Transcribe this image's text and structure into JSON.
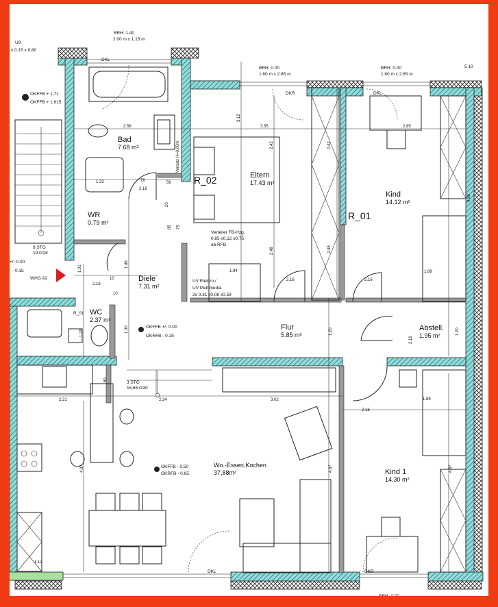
{
  "colors": {
    "frame": "#f03c14",
    "wall": "#8fdcdc",
    "insulation": "#ffffff",
    "entrance_marker": "#d42020"
  },
  "rooms": [
    {
      "name": "Bad",
      "area": "7.68 m²"
    },
    {
      "name": "WR",
      "area": "0.79 m²"
    },
    {
      "name": "Eltern",
      "area": "17.43 m²"
    },
    {
      "name": "Kind",
      "area": "14.12 m²"
    },
    {
      "name": "Diele",
      "area": "7.31 m²"
    },
    {
      "name": "WC",
      "area": "2.37 m²"
    },
    {
      "name": "Flur",
      "area": "5.85 m²"
    },
    {
      "name": "Abstell.",
      "area": "1.95 m²"
    },
    {
      "name": "Wo.-Essen,Kochen",
      "area": "37,88m²"
    },
    {
      "name": "Kind 1",
      "area": "14.30 m²"
    }
  ],
  "labels": {
    "bath_window_brh": "BRH: 1.40",
    "bath_window_size": "2.00 m x 1.15 m",
    "u9": "U9",
    "u9_size": "x 0.15 x 0.80",
    "okffb_top1": "OKFFB + 1,71",
    "okffb_top2": "OKFFB + 1,615",
    "brh_eltern": "BRH: 0.00",
    "size_eltern": "1.60 m x 2.65 m",
    "brh_kind": "BRH: 0.00",
    "size_kind": "1.60 m x 2.65 m",
    "scale": "5  10",
    "dkr_top": "DKR",
    "dkl_top": "DKL",
    "dkl_bath": "DKL",
    "r02": "R_02",
    "r01": "R_01",
    "r01_small": "R_01",
    "verteiler1": "Verteiler FB-Hzg.",
    "verteiler2": "0,85 x0,12 x0,75",
    "verteiler3": "ab RFB",
    "uv1": "UV Elektro /",
    "uv2": "UV Multimedia",
    "uv3": "2x 0.31 x0.08 x0.59",
    "stair1": "9 STG",
    "stair2": "19.0/28",
    "level1": "+/- 0.00",
    "level2": "- 0.15",
    "whg": "WHG A2",
    "okffb_diele1": "OKFFB +/- 0.00",
    "okffb_diele2": "OKRFB - 0.15",
    "stg3_1": "3 STG",
    "stg3_2": "16,66.0/30",
    "okffb_wo1": "OKFFB - 0.50",
    "okffb_wo2": "OKRFB - 0.65",
    "dkl_bottom": "DKL",
    "dkr_bottom": "DKR",
    "brh_bottom": "BRH: 0.00",
    "hochwand": "Vorsatz H=0,00m"
  },
  "dimensions": [
    "2.56",
    "3.55",
    "2.85",
    "3.12",
    "2.42",
    "2.42",
    "2.48",
    "2.48",
    "1.22",
    "76",
    "2.16",
    "56",
    "2.16",
    "2.16",
    "2.16",
    "1.94",
    "1.01",
    "2.16",
    "10",
    "1.46",
    "1.30",
    "1.20",
    "1.20",
    "1.20",
    "2.21",
    "2.24",
    "3.02",
    "2.16",
    "1.89",
    "4.87",
    "4.87",
    "4.87",
    "4.88",
    "1.12",
    "1.89",
    "60",
    "75",
    "85",
    "20",
    "10"
  ]
}
